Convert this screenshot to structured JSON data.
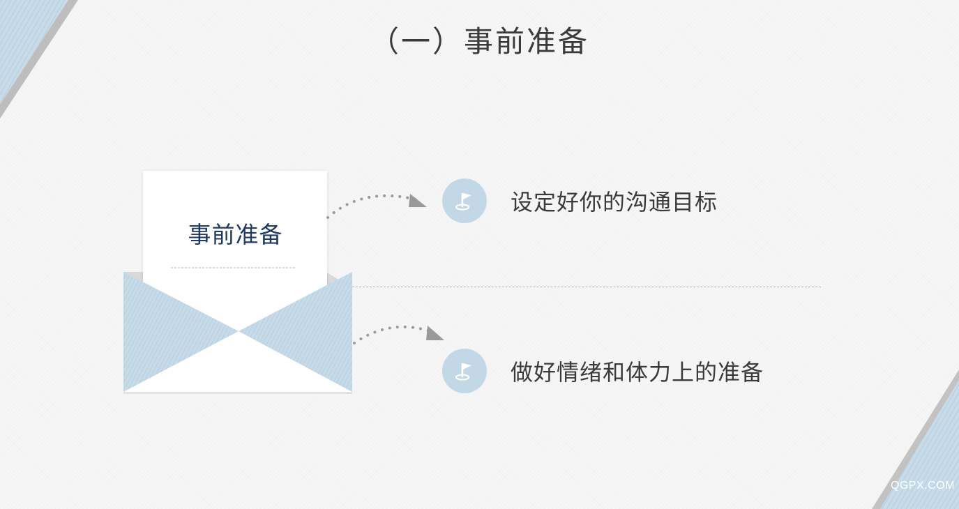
{
  "slide": {
    "title": "（一）事前准备",
    "card_label": "事前准备",
    "items": [
      {
        "icon": "flag-icon",
        "label": "设定好你的沟通目标"
      },
      {
        "icon": "flag-icon",
        "label": "做好情绪和体力上的准备"
      }
    ],
    "watermark": "QGPX.COM"
  },
  "colors": {
    "accent_blue": "#c3d8e7",
    "card_text": "#1f3a63",
    "body_text": "#3a3a3a",
    "arrow_gray": "#9a9a9a"
  }
}
